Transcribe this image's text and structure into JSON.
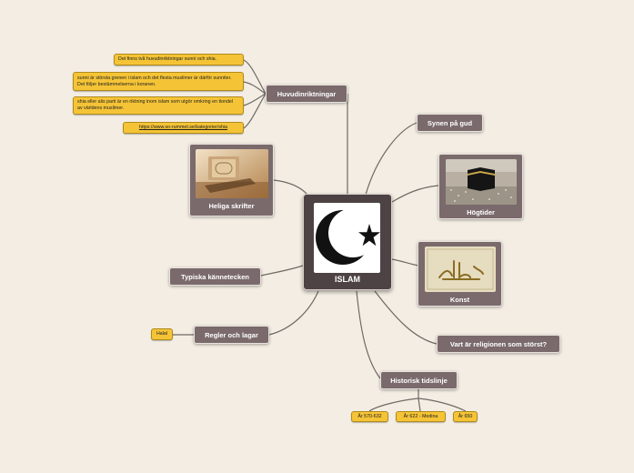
{
  "central": {
    "label": "ISLAM",
    "icon": "crescent-star-icon"
  },
  "branches": {
    "huvudinriktningar": "Huvudinriktningar",
    "synen": "Synen på gud",
    "heliga": "Heliga skrifter",
    "hogtider": "Högtider",
    "typiska": "Typiska kännetecken",
    "konst": "Konst",
    "regler": "Regler och lagar",
    "vart": "Vart är religionen som störst?",
    "historisk": "Historisk tidslinje"
  },
  "notes": {
    "huvud_1": "Det finns två huvudinriktningar sunni och shia.",
    "huvud_2": "sunni är största grenen i islam och det flesta muslimer är därför sunniter. Det följer bestämmelserna i koranen.",
    "huvud_3": "shia eller alis parti är en riktning inom islam som utgör omkring en tiondel av världens muslimer.",
    "huvud_4": "https://www.so-rummet.se/kategorier/shia",
    "regler_1": "Halal",
    "tid_1": "År 570-632",
    "tid_2": "År 622 - Medina",
    "tid_3": "År 650"
  },
  "colors": {
    "background": "#f3ede3",
    "node": "#7a6a6c",
    "central": "#4d4344",
    "note": "#f5c436",
    "link": "#6e6a66"
  }
}
